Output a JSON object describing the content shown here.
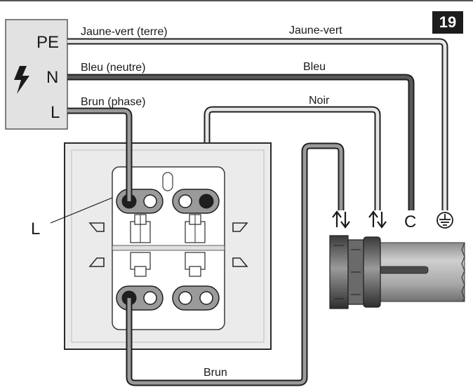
{
  "figure_number": "19",
  "supply": {
    "terminals": [
      {
        "name": "PE",
        "wire_label": "Jaune-vert (terre)"
      },
      {
        "name": "N",
        "wire_label": "Bleu (neutre)"
      },
      {
        "name": "L",
        "wire_label": "Brun (phase)"
      }
    ],
    "symbol": "lightning-icon"
  },
  "wire_labels": {
    "yellow_green": "Jaune-vert",
    "blue": "Bleu",
    "black": "Noir",
    "brown": "Brun"
  },
  "switch_label": "L",
  "motor_terminals": [
    {
      "label": "⇅",
      "meaning": "up-down-arrows-icon"
    },
    {
      "label": "⇅",
      "meaning": "up-down-arrows-icon"
    },
    {
      "label": "C"
    },
    {
      "label": "⏚",
      "meaning": "ground-icon"
    }
  ],
  "colors": {
    "wire_fill": "#9a9a9a",
    "wire_outline": "#1f1f1f",
    "wire_dark": "#555555",
    "wire_light": "#e6e6e6",
    "plate": "#e9e9e9",
    "plate_border": "#2b2b2b",
    "badge": "#1c1c1c"
  }
}
